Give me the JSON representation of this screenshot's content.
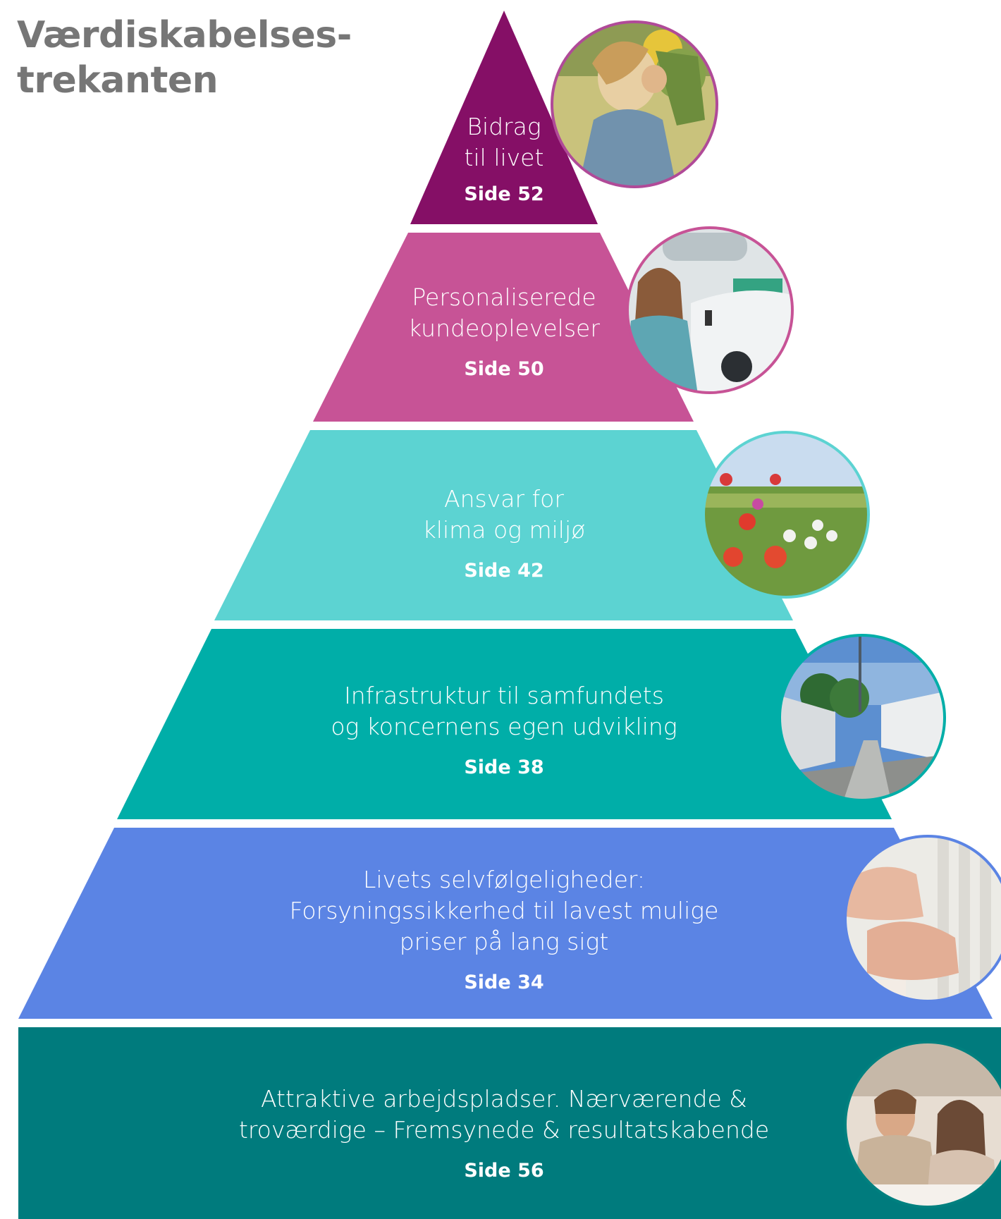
{
  "title": {
    "line1": "Værdiskabelses-",
    "line2": "trekanten"
  },
  "tiers": [
    {
      "key": "bidrag",
      "lines": [
        "Bidrag",
        "til livet"
      ],
      "page_ref": "Side 52",
      "color": "#850f66",
      "photo": {
        "subject": "child-with-sunflower",
        "ring": "#b04a98"
      }
    },
    {
      "key": "personaliserede",
      "lines": [
        "Personaliserede",
        "kundeoplevelser"
      ],
      "page_ref": "Side 50",
      "color": "#c75396",
      "photo": {
        "subject": "woman-at-ev-charger",
        "ring": "#c75396"
      }
    },
    {
      "key": "ansvar",
      "lines": [
        "Ansvar for",
        "klima og miljø"
      ],
      "page_ref": "Side 42",
      "color": "#5cd3d2",
      "photo": {
        "subject": "wildflower-meadow",
        "ring": "#5cd3d2"
      }
    },
    {
      "key": "infrastruktur",
      "lines": [
        "Infrastruktur til samfundets",
        "og koncernens egen udvikling"
      ],
      "page_ref": "Side 38",
      "color": "#00aea8",
      "photo": {
        "subject": "battery-storage-cabinets",
        "ring": "#00aea8"
      }
    },
    {
      "key": "livets",
      "lines": [
        "Livets selvfølgeligheder:",
        "Forsyningssikkerhed til lavest mulige",
        "priser på lang sigt"
      ],
      "page_ref": "Side 34",
      "color": "#5b84e4",
      "photo": {
        "subject": "baby-hands-on-radiator",
        "ring": "#5b84e4"
      }
    },
    {
      "key": "attraktive",
      "lines": [
        "Attraktive arbejdspladser. Nærværende &",
        "troværdige – Fremsynede & resultatskabende"
      ],
      "page_ref": "Side 56",
      "color": "#007b7d",
      "photo": {
        "subject": "two-colleagues-at-table",
        "ring": "#00807f"
      }
    }
  ]
}
